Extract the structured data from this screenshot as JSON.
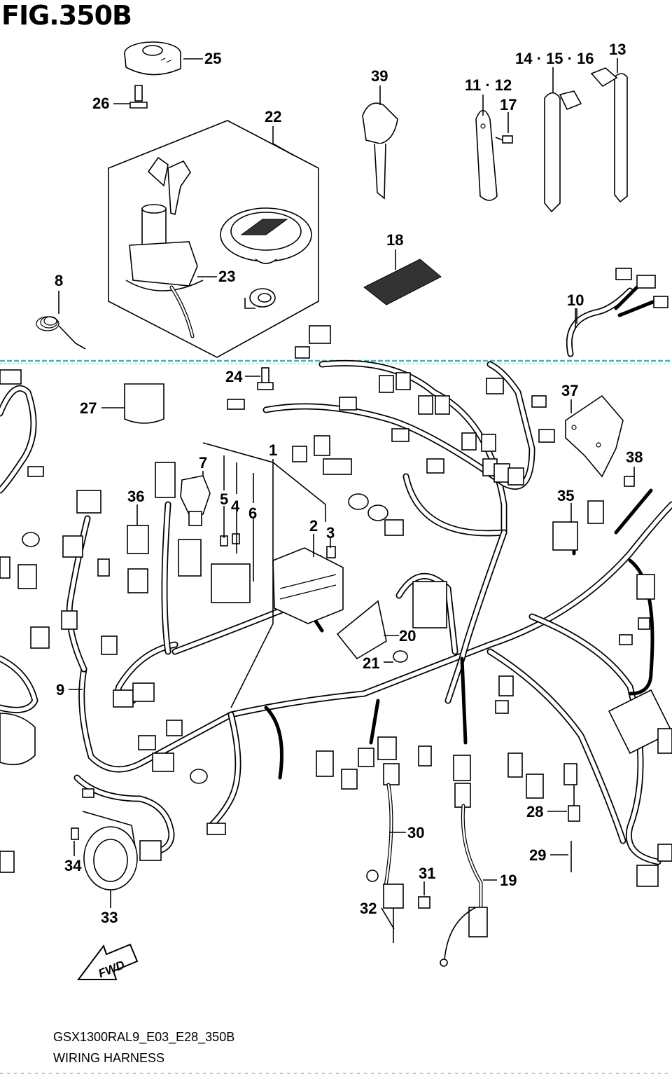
{
  "figure_title": "FIG.350B",
  "model_code": "GSX1300RAL9_E03_E28_350B",
  "subtitle": "WIRING HARNESS",
  "fwd_label": "FWD",
  "callouts": [
    {
      "id": "c25",
      "label": "25"
    },
    {
      "id": "c26",
      "label": "26"
    },
    {
      "id": "c22",
      "label": "22"
    },
    {
      "id": "c23",
      "label": "23"
    },
    {
      "id": "c8",
      "label": "8"
    },
    {
      "id": "c39",
      "label": "39"
    },
    {
      "id": "c18",
      "label": "18"
    },
    {
      "id": "c1112",
      "label": "11 · 12"
    },
    {
      "id": "c17",
      "label": "17"
    },
    {
      "id": "c141516",
      "label": "14 · 15 · 16"
    },
    {
      "id": "c13",
      "label": "13"
    },
    {
      "id": "c10",
      "label": "10"
    },
    {
      "id": "c24",
      "label": "24"
    },
    {
      "id": "c27",
      "label": "27"
    },
    {
      "id": "c37",
      "label": "37"
    },
    {
      "id": "c38",
      "label": "38"
    },
    {
      "id": "c1",
      "label": "1"
    },
    {
      "id": "c7",
      "label": "7"
    },
    {
      "id": "c5",
      "label": "5"
    },
    {
      "id": "c4",
      "label": "4"
    },
    {
      "id": "c6",
      "label": "6"
    },
    {
      "id": "c36",
      "label": "36"
    },
    {
      "id": "c2",
      "label": "2"
    },
    {
      "id": "c3",
      "label": "3"
    },
    {
      "id": "c35",
      "label": "35"
    },
    {
      "id": "c20",
      "label": "20"
    },
    {
      "id": "c21",
      "label": "21"
    },
    {
      "id": "c9",
      "label": "9"
    },
    {
      "id": "c28",
      "label": "28"
    },
    {
      "id": "c30",
      "label": "30"
    },
    {
      "id": "c29",
      "label": "29"
    },
    {
      "id": "c31",
      "label": "31"
    },
    {
      "id": "c19",
      "label": "19"
    },
    {
      "id": "c32",
      "label": "32"
    },
    {
      "id": "c34",
      "label": "34"
    },
    {
      "id": "c33",
      "label": "33"
    }
  ]
}
